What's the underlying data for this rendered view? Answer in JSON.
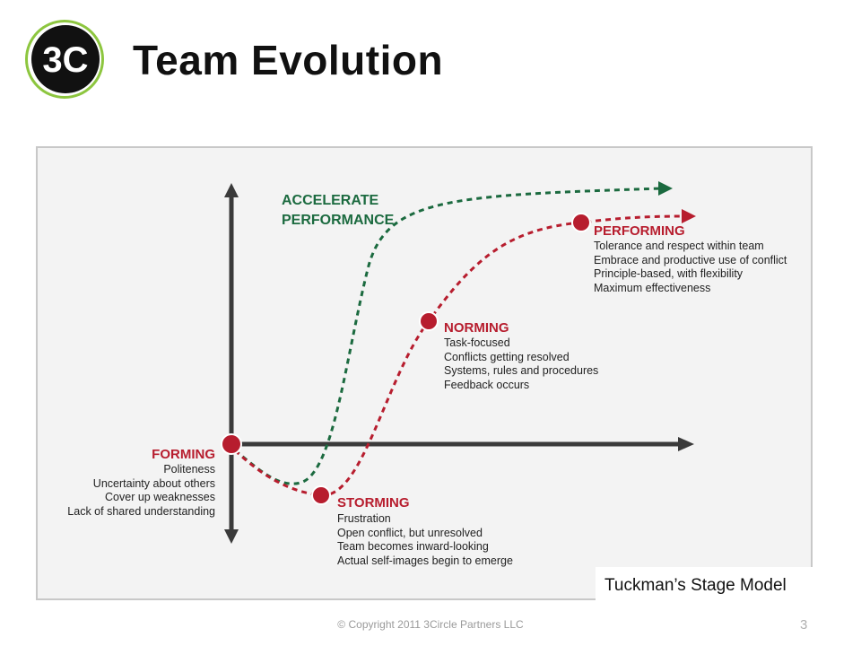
{
  "header": {
    "logo_text": "3C",
    "title": "Team Evolution"
  },
  "diagram": {
    "colors": {
      "green": "#1b6a3f",
      "red": "#b71d2e",
      "axis": "#3a3a3a",
      "panel": "#f3f3f3"
    },
    "accelerate": {
      "line1": "ACCELERATE",
      "line2": "PERFORMANCE"
    },
    "stages": {
      "forming": {
        "name": "FORMING",
        "items": [
          "Politeness",
          "Uncertainty about others",
          "Cover up weaknesses",
          "Lack of shared understanding"
        ]
      },
      "storming": {
        "name": "STORMING",
        "items": [
          "Frustration",
          "Open conflict, but unresolved",
          "Team becomes inward-looking",
          "Actual self-images begin to emerge"
        ]
      },
      "norming": {
        "name": "NORMING",
        "items": [
          "Task-focused",
          "Conflicts getting resolved",
          "Systems, rules and procedures",
          "Feedback occurs"
        ]
      },
      "performing": {
        "name": "PERFORMING",
        "items": [
          "Tolerance and respect within team",
          "Embrace and productive use of conflict",
          "Principle-based, with flexibility",
          "Maximum effectiveness"
        ]
      }
    }
  },
  "caption": "Tuckman’s Stage Model",
  "footer": {
    "copyright": "© Copyright 2011  3Circle Partners LLC",
    "page_number": "3"
  }
}
